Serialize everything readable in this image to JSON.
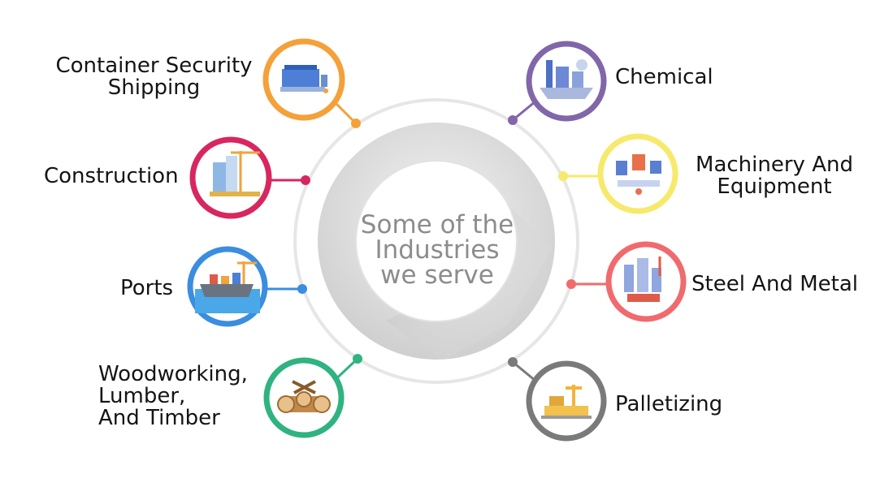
{
  "center": {
    "line1": "Some of the",
    "line2": "Industries",
    "line3": "we serve"
  },
  "industries": [
    {
      "label_lines": [
        "Container Security",
        "Shipping"
      ],
      "color": "#f4a13a",
      "icon": "container-ship-icon"
    },
    {
      "label_lines": [
        "Construction"
      ],
      "color": "#d8265f",
      "icon": "construction-crane-icon"
    },
    {
      "label_lines": [
        "Ports"
      ],
      "color": "#3b8de0",
      "icon": "port-ship-icon"
    },
    {
      "label_lines": [
        "Woodworking,",
        "Lumber,",
        "And Timber"
      ],
      "color": "#2fb381",
      "icon": "timber-logs-icon"
    },
    {
      "label_lines": [
        "Chemical"
      ],
      "color": "#8166a9",
      "icon": "chemical-plant-icon"
    },
    {
      "label_lines": [
        "Machinery And",
        "Equipment"
      ],
      "color": "#f7e96b",
      "icon": "machinery-icon"
    },
    {
      "label_lines": [
        "Steel And Metal"
      ],
      "color": "#f06a6e",
      "icon": "steel-mill-icon"
    },
    {
      "label_lines": [
        "Palletizing"
      ],
      "color": "#7a7a7a",
      "icon": "palletizing-robot-icon"
    }
  ]
}
